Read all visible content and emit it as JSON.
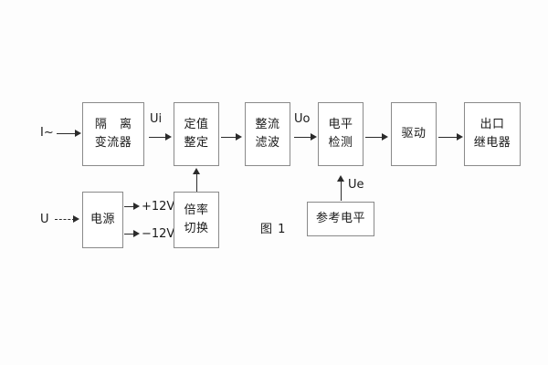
{
  "figure": {
    "caption": "图 1",
    "background": "#fdfdfd",
    "box_border_color": "#8a8a8a",
    "line_color": "#2b2b2b"
  },
  "inputs": [
    {
      "id": "current-input",
      "label": "I~"
    },
    {
      "id": "voltage-input",
      "label": "U"
    }
  ],
  "blocks": [
    {
      "id": "isolation-transformer",
      "line1": "隔 离",
      "line2": "变流器"
    },
    {
      "id": "setting-adjust",
      "line1": "定值",
      "line2": "整定"
    },
    {
      "id": "rectify-filter",
      "line1": "整流",
      "line2": "滤波"
    },
    {
      "id": "level-detect",
      "line1": "电平",
      "line2": "检测"
    },
    {
      "id": "drive",
      "line1": "驱动",
      "line2": ""
    },
    {
      "id": "output-relay",
      "line1": "出口",
      "line2": "继电器"
    },
    {
      "id": "power-supply",
      "line1": "电源",
      "line2": ""
    },
    {
      "id": "ratio-switch",
      "line1": "倍率",
      "line2": "切换"
    },
    {
      "id": "reference-level",
      "line1": "参考电平",
      "line2": ""
    }
  ],
  "signals": [
    {
      "id": "ui",
      "label": "Ui"
    },
    {
      "id": "uo",
      "label": "Uo"
    },
    {
      "id": "ue",
      "label": "Ue"
    }
  ],
  "power_rails": [
    {
      "id": "rail-positive",
      "label": "+12V"
    },
    {
      "id": "rail-negative",
      "label": "−12V"
    }
  ]
}
